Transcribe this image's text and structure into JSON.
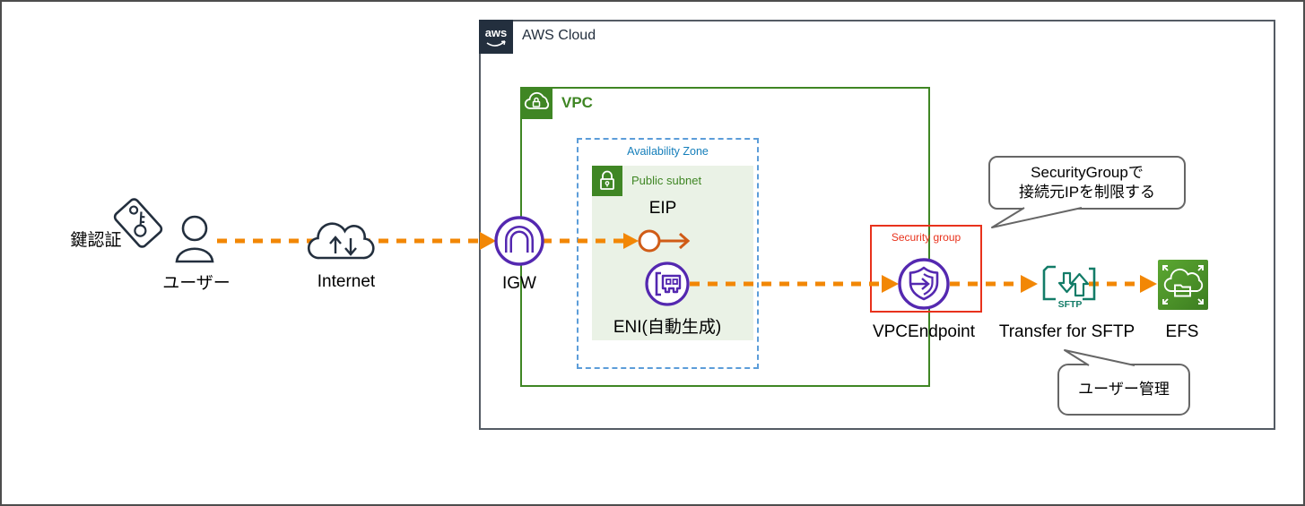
{
  "diagram": {
    "actors": {
      "key_auth_label": "鍵認証",
      "user_label": "ユーザー",
      "internet_label": "Internet"
    },
    "aws_cloud": {
      "logo_text": "aws",
      "title": "AWS Cloud"
    },
    "vpc": {
      "title": "VPC"
    },
    "availability_zone": {
      "title": "Availability Zone"
    },
    "public_subnet": {
      "title": "Public subnet",
      "eip_label": "EIP",
      "eni_label": "ENI(自動生成)"
    },
    "igw_label": "IGW",
    "security_group": {
      "title": "Security group",
      "vpc_endpoint_label": "VPCEndpoint"
    },
    "services": {
      "transfer_label": "Transfer for SFTP",
      "efs_label": "EFS"
    },
    "notes": {
      "sg_note_line1": "SecurityGroupで",
      "sg_note_line2": "接続元IPを制限する",
      "user_note": "ユーザー管理"
    },
    "colors": {
      "aws_navy": "#232f3e",
      "vpc_green": "#3f8624",
      "subnet_fill": "#eaf2e6",
      "az_blue": "#147eba",
      "arrow_orange": "#f28705",
      "eip_orange": "#d05c17",
      "icon_purple": "#5428b0",
      "sg_red": "#e8321c",
      "sftp_teal": "#137c68",
      "efs_green": "#4c9a34"
    }
  }
}
